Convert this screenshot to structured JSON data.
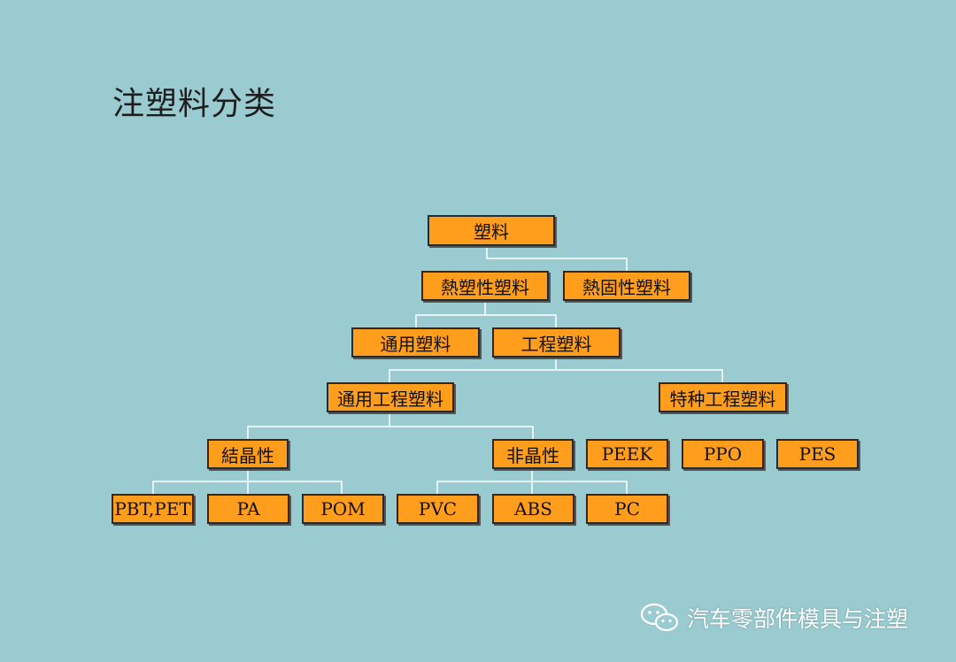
{
  "title": "注塑料分类",
  "tree": {
    "root": "塑料",
    "thermoplastic": "熱塑性塑料",
    "thermoset": "熱固性塑料",
    "general_plastic": "通用塑料",
    "engineering_plastic": "工程塑料",
    "general_engineering": "通用工程塑料",
    "special_engineering": "特种工程塑料",
    "crystalline": "結晶性",
    "amorphous": "非晶性",
    "peek": "PEEK",
    "ppo": "PPO",
    "pes": "PES",
    "pbt_pet": "PBT,PET",
    "pa": "PA",
    "pom": "POM",
    "pvc": "PVC",
    "abs": "ABS",
    "pc": "PC"
  },
  "watermark": {
    "icon": "wechat-icon",
    "text": "汽车零部件模具与注塑"
  },
  "colors": {
    "background": "#99cbd0",
    "node_fill": "#ff9d1c",
    "node_border": "#2a2a2a",
    "connector": "#ffffff"
  }
}
